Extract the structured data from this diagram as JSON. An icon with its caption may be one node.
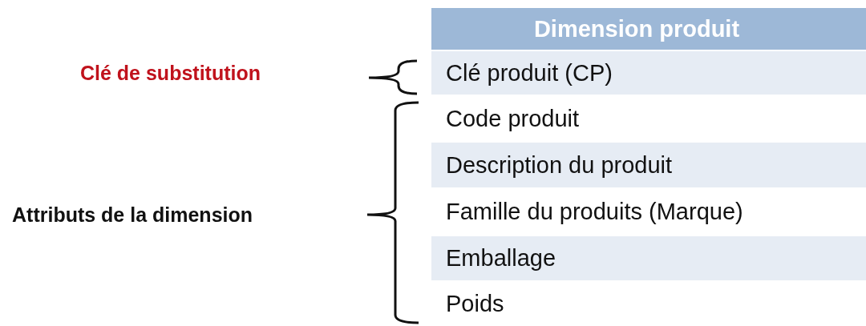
{
  "diagram": {
    "labels": [
      "Dimension produit",
      "Clé de substitution",
      "Clé produit (CP)",
      "Code produit",
      "Description du produit",
      "Attributs de la dimension",
      "Famille du produits (Marque)",
      "Emballage",
      "Poids"
    ]
  }
}
